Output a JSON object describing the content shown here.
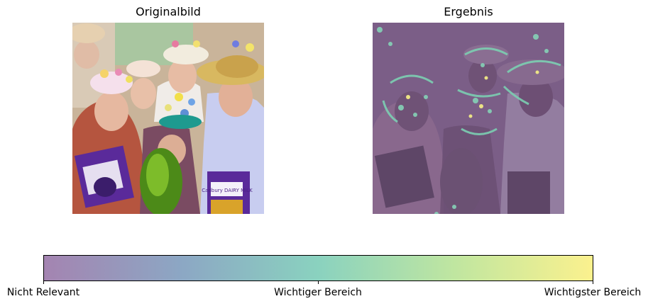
{
  "panels": {
    "left": {
      "title": "Originalbild"
    },
    "right": {
      "title": "Ergebnis"
    }
  },
  "product_label": "Cadbury DAIRY MILK",
  "colorbar": {
    "gradient_colors": [
      "#a484b1",
      "#8ca7c4",
      "#8ad2bf",
      "#c0e6a0",
      "#fbf18e"
    ],
    "ticks": [
      {
        "label": "Nicht Relevant"
      },
      {
        "label": "Wichtiger Bereich"
      },
      {
        "label": "Wichtigster Bereich"
      }
    ]
  }
}
